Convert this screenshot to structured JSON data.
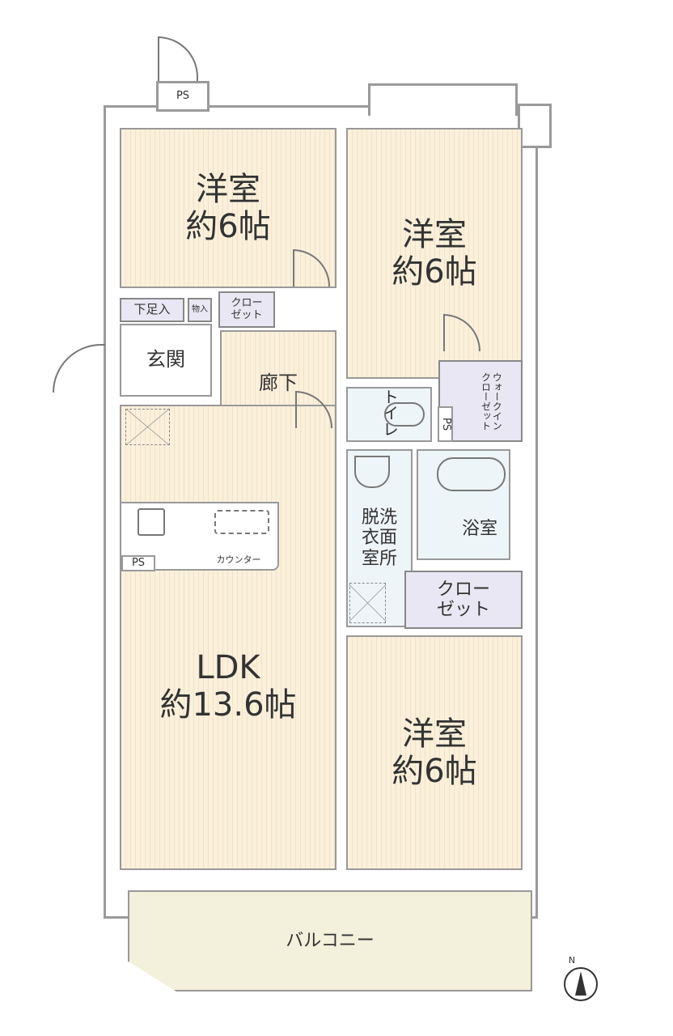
{
  "rooms": {
    "western_room_1": {
      "name": "洋室",
      "size": "約6帖"
    },
    "western_room_2": {
      "name": "洋室",
      "size": "約6帖"
    },
    "western_room_3": {
      "name": "洋室",
      "size": "約6帖"
    },
    "ldk": {
      "name": "LDK",
      "size": "約13.6帖"
    },
    "entrance": "玄関",
    "hallway": "廊下",
    "shoe_storage": "下足入",
    "storage": "物入",
    "closet_small": "クロー\nゼット",
    "toilet": "トイレ",
    "walk_in_closet": "ウォークイン\nクローゼット",
    "washroom": "脱洗\n衣面\n室所",
    "bathroom": "浴室",
    "closet": "クロー\nゼット",
    "counter": "カウンター",
    "balcony": "バルコニー"
  },
  "ps_labels": [
    "PS",
    "PS",
    "PS"
  ],
  "compass": "N",
  "colors": {
    "room": "#faf0dc",
    "closet": "#e9e7f3",
    "wet": "#eef5f9",
    "balcony": "#f3f0db"
  }
}
